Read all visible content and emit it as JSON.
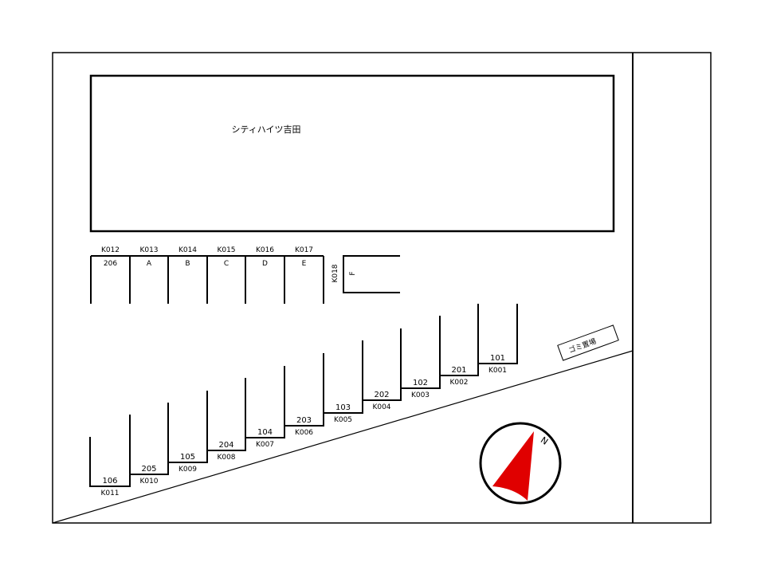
{
  "building": {
    "name": "シティハイツ吉田"
  },
  "top_row": [
    {
      "code": "K012",
      "label": "206"
    },
    {
      "code": "K013",
      "label": "A"
    },
    {
      "code": "K014",
      "label": "B"
    },
    {
      "code": "K015",
      "label": "C"
    },
    {
      "code": "K016",
      "label": "D"
    },
    {
      "code": "K017",
      "label": "E"
    }
  ],
  "side_stall": {
    "code": "K018",
    "label": "F"
  },
  "bottom_row": [
    {
      "label": "106",
      "code": "K011"
    },
    {
      "label": "205",
      "code": "K010"
    },
    {
      "label": "105",
      "code": "K009"
    },
    {
      "label": "204",
      "code": "K008"
    },
    {
      "label": "104",
      "code": "K007"
    },
    {
      "label": "203",
      "code": "K006"
    },
    {
      "label": "103",
      "code": "K005"
    },
    {
      "label": "202",
      "code": "K004"
    },
    {
      "label": "102",
      "code": "K003"
    },
    {
      "label": "201",
      "code": "K002"
    },
    {
      "label": "101",
      "code": "K001"
    }
  ],
  "garbage": {
    "label": "ゴミ置場"
  },
  "compass": {
    "north_label": "N",
    "color": "#e00000"
  }
}
